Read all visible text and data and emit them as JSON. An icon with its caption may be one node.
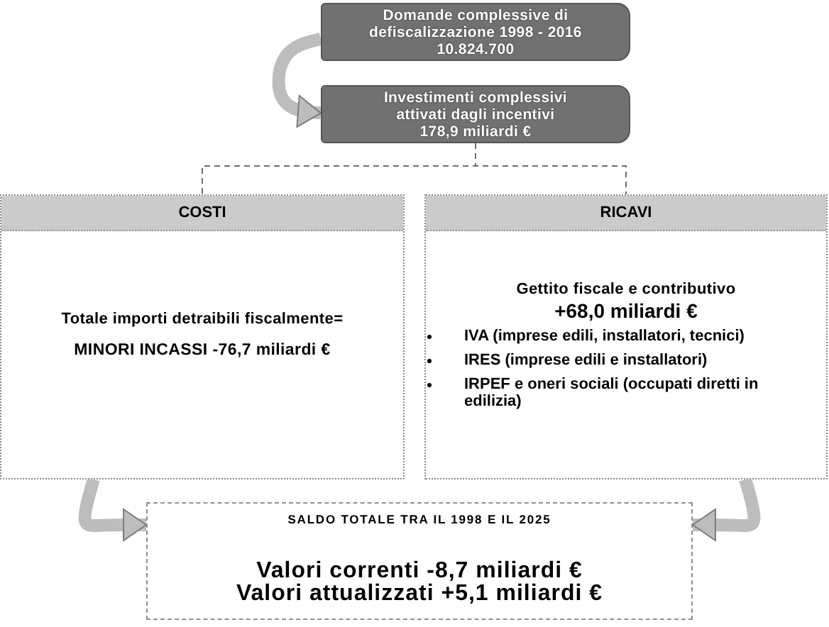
{
  "diagram": {
    "nodes": [
      {
        "text": [
          "Domande complessive di defiscalizzazione 1998 - 2016",
          "10.824.700"
        ]
      },
      {
        "text": [
          "Investimenti complessivi attivati dagli incentivi",
          "178,9 miliardi €"
        ]
      },
      {
        "text": [
          "COSTI",
          "Totale importi detraibili fiscalmente=",
          "MINORI INCASSI -76,7 miliardi €"
        ]
      },
      {
        "text": [
          "RICAVI",
          "Gettito fiscale e contributivo",
          "+68,0 miliardi €",
          "IVA (imprese edili, installatori, tecnici)",
          "IRES (imprese edili e installatori)",
          "IRPEF e oneri sociali (occupati diretti in edilizia)"
        ]
      },
      {
        "text": [
          "SALDO TOTALE TRA IL 1998 E IL 2025",
          "Valori correnti -8,7 miliardi €",
          "Valori attualizzati +5,1 miliardi €"
        ]
      }
    ],
    "edges": [
      {
        "from": 0,
        "to": 1,
        "arrow": "to"
      },
      {
        "from": 1,
        "to": 2,
        "arrow": "none",
        "style": "dashed"
      },
      {
        "from": 1,
        "to": 3,
        "arrow": "none",
        "style": "dashed"
      },
      {
        "from": 2,
        "to": 4,
        "arrow": "to"
      },
      {
        "from": 3,
        "to": 4,
        "arrow": "to"
      }
    ]
  }
}
